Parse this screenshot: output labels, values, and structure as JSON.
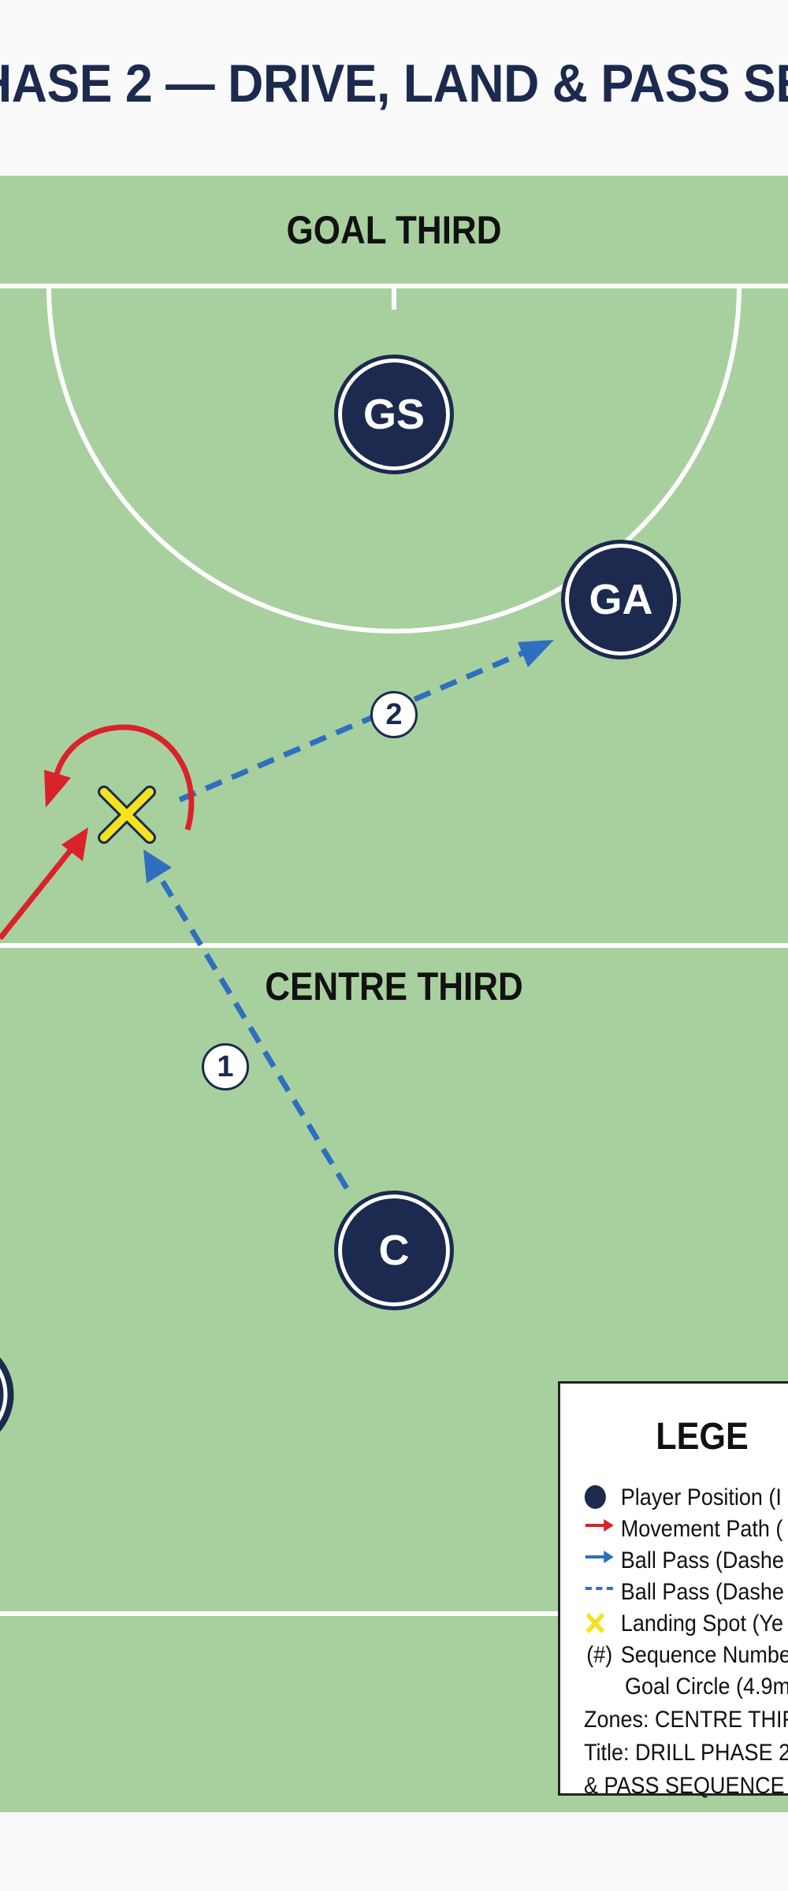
{
  "title": "HASE 2 — DRIVE, LAND & PASS SE",
  "zones": {
    "goal_third": "GOAL THIRD",
    "centre_third": "CENTRE THIRD"
  },
  "players": {
    "gs": "GS",
    "ga": "GA",
    "c": "C"
  },
  "sequence": [
    "1",
    "2"
  ],
  "legend": {
    "title": "LEGE",
    "items": [
      {
        "symbol": "player-dot-icon",
        "label": "Player Position (I"
      },
      {
        "symbol": "red-arrow-icon",
        "label": "Movement Path ("
      },
      {
        "symbol": "blue-arrow-icon",
        "label": "Ball Pass (Dashe"
      },
      {
        "symbol": "blue-dash-icon",
        "label": "Ball Pass (Dashe"
      },
      {
        "symbol": "yellow-x-icon",
        "label": "Landing Spot (Ye"
      },
      {
        "symbol": "hash-icon",
        "label": "Sequence Numbe"
      }
    ],
    "lines": [
      "Goal Circle (4.9m",
      "Zones: CENTRE THIF",
      "Title: DRILL PHASE 2",
      "& PASS SEQUENCE"
    ]
  },
  "colors": {
    "court": "#a8d09e",
    "navy": "#1b2a4e",
    "movement_red": "#d9222a",
    "pass_blue": "#2f6fbf",
    "landing_yellow": "#f3e31c"
  }
}
